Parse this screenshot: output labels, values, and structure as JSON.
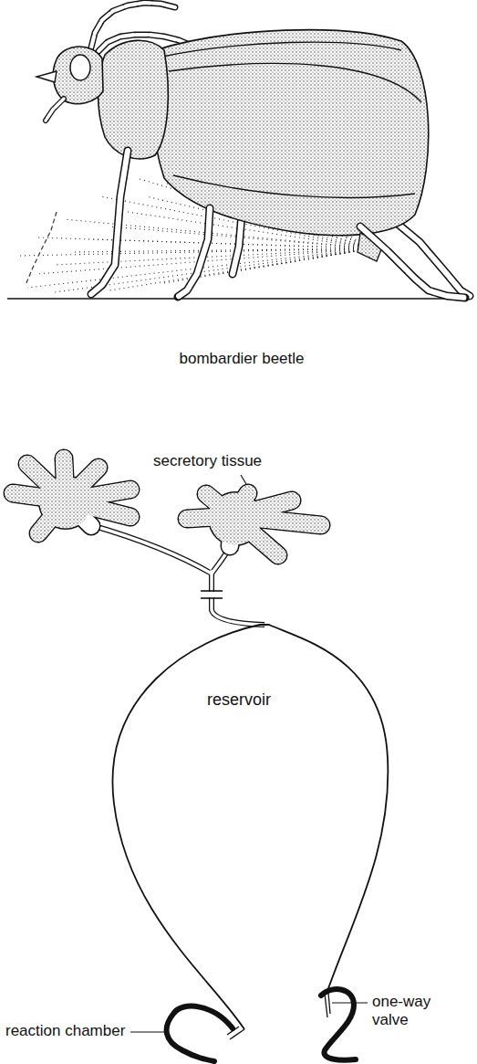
{
  "diagram": {
    "nodes": [
      {
        "text": [
          "reservoir"
        ]
      }
    ],
    "labels": [
      "bombardier beetle",
      "secretory tissue",
      "one-way valve",
      "reaction chamber"
    ]
  }
}
